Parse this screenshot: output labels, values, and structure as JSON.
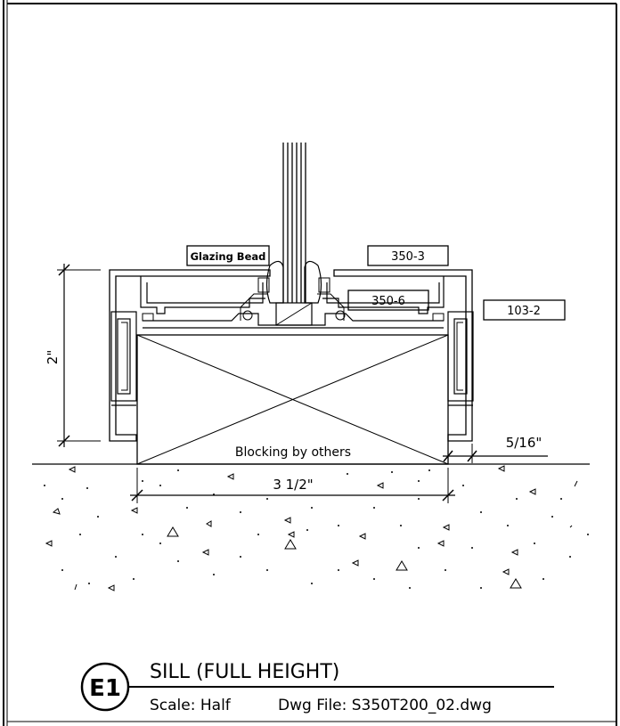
{
  "labels": {
    "glazing_bead": "Glazing Bead",
    "part_350_3": "350-3",
    "part_350_6": "350-6",
    "part_103_2": "103-2",
    "blocking": "Blocking by others"
  },
  "dimensions": {
    "height": "2\"",
    "width": "3 1/2\"",
    "offset": "5/16\""
  },
  "title_block": {
    "detail_id": "E1",
    "title": "SILL (FULL HEIGHT)",
    "scale": "Scale: Half",
    "dwg_file": "Dwg File: S350T200_02.dwg"
  }
}
